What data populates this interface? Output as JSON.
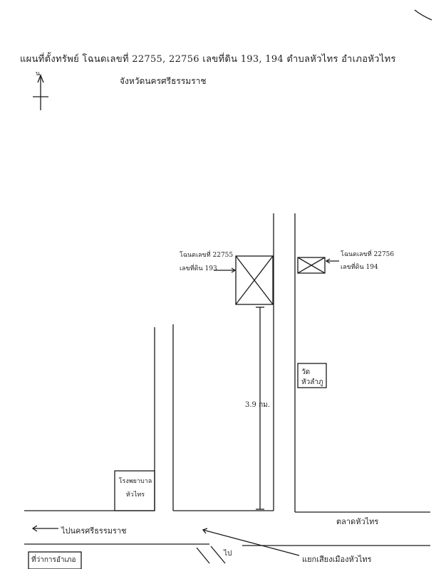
{
  "map": {
    "title_line1": "แผนที่ตั้งทรัพย์ โฉนดเลขที่ 22755, 22756 เลขที่ดิน 193, 194 ตำบลหัวไทร อำเภอหัวไทร",
    "title_line2": "จังหวัดนครศรีธรรมราช",
    "north_label": "น.",
    "plot1": {
      "line1": "โฉนดเลขที่ 22755",
      "line2": "เลขที่ดิน 193"
    },
    "plot2": {
      "line1": "โฉนดเลขที่ 22756",
      "line2": "เลขที่ดิน 194"
    },
    "temple": {
      "line1": "วัด",
      "line2": "หัวลำภู"
    },
    "distance": "3.9 กม.",
    "hospital": {
      "line1": "โรงพยาบาล",
      "line2": "หัวไทร"
    },
    "market": "ตลาดหัวไทร",
    "to_city": "ไปนครศรีธรรมราช",
    "junction": "แยกเสียงเมืองหัวไทร",
    "district_office": "ที่ว่าการอำเภอ",
    "small_label": "ไป"
  }
}
